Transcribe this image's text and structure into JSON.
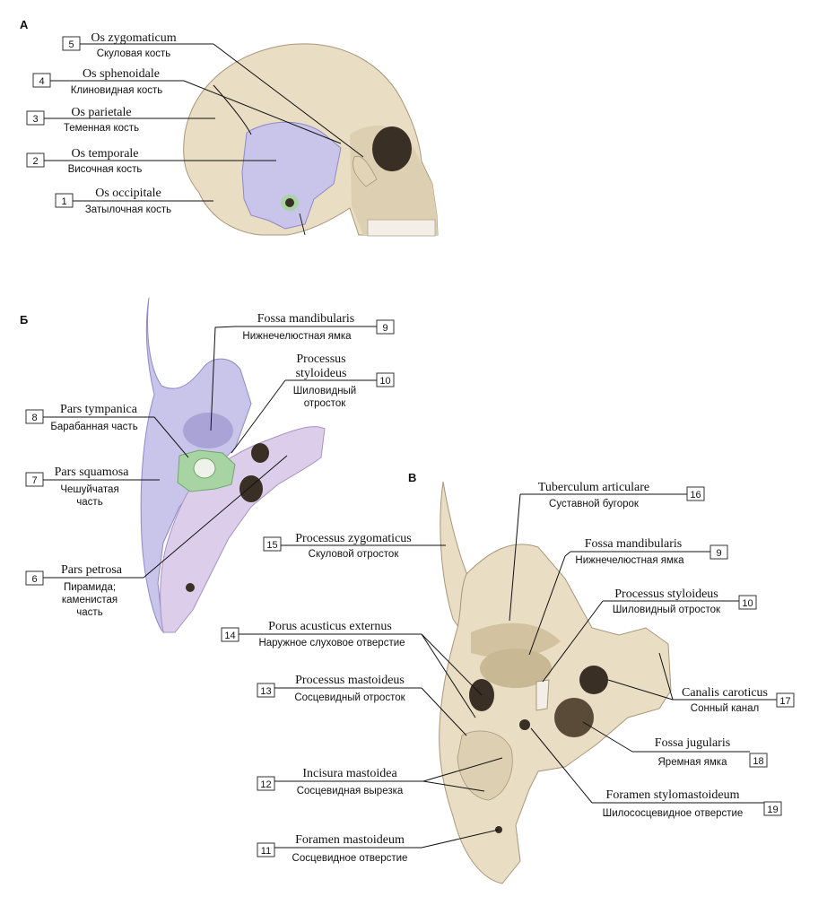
{
  "panels": {
    "a": {
      "letter": "А"
    },
    "b": {
      "letter": "Б"
    },
    "v": {
      "letter": "В"
    }
  },
  "colors": {
    "bone": "#e9ddc4",
    "bone_shadow": "#c9b894",
    "temporal": "#c9c5ea",
    "temporal_dark": "#a9a3d6",
    "petrous": "#dccdea",
    "tympanic": "#a8d4a4",
    "dark_hole": "#3a2f25"
  },
  "labels": {
    "l5": {
      "num": "5",
      "lat": "Os zygomaticum",
      "rus": "Скуловая кость"
    },
    "l4": {
      "num": "4",
      "lat": "Os sphenoidale",
      "rus": "Клиновидная кость"
    },
    "l3": {
      "num": "3",
      "lat": "Os parietale",
      "rus": "Теменная кость"
    },
    "l2": {
      "num": "2",
      "lat": "Os temporale",
      "rus": "Височная кость"
    },
    "l1": {
      "num": "1",
      "lat": "Os occipitale",
      "rus": "Затылочная кость"
    },
    "b9": {
      "num": "9",
      "lat": "Fossa mandibularis",
      "rus": "Нижнечелюстная ямка"
    },
    "b10": {
      "num": "10",
      "lat1": "Processus",
      "lat2": "styloideus",
      "rus1": "Шиловидный",
      "rus2": "отросток"
    },
    "b8": {
      "num": "8",
      "lat": "Pars tympanica",
      "rus": "Барабанная часть"
    },
    "b7": {
      "num": "7",
      "lat": "Pars squamosa",
      "rus1": "Чешуйчатая",
      "rus2": "часть"
    },
    "b6": {
      "num": "6",
      "lat": "Pars petrosa",
      "rus1": "Пирамида;",
      "rus2": "каменистая",
      "rus3": "часть"
    },
    "v16": {
      "num": "16",
      "lat": "Tuberculum articulare",
      "rus": "Суставной бугорок"
    },
    "v15": {
      "num": "15",
      "lat": "Processus zygomaticus",
      "rus": "Скуловой отросток"
    },
    "v9": {
      "num": "9",
      "lat": "Fossa mandibularis",
      "rus": "Нижнечелюстная ямка"
    },
    "v10": {
      "num": "10",
      "lat": "Processus styloideus",
      "rus": "Шиловидный отросток"
    },
    "v14": {
      "num": "14",
      "lat": "Porus acusticus externus",
      "rus": "Наружное слуховое отверстие"
    },
    "v13": {
      "num": "13",
      "lat": "Processus mastoideus",
      "rus": "Сосцевидный отросток"
    },
    "v17": {
      "num": "17",
      "lat": "Canalis caroticus",
      "rus": "Сонный канал"
    },
    "v18": {
      "num": "18",
      "lat": "Fossa jugularis",
      "rus": "Яремная ямка"
    },
    "v12": {
      "num": "12",
      "lat": "Incisura mastoidea",
      "rus": "Сосцевидная вырезка"
    },
    "v19": {
      "num": "19",
      "lat": "Foramen stylomastoideum",
      "rus": "Шилососцевидное отверстие"
    },
    "v11": {
      "num": "11",
      "lat": "Foramen mastoideum",
      "rus": "Сосцевидное отверстие"
    }
  }
}
